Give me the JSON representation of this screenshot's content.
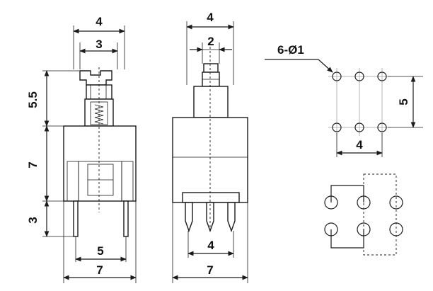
{
  "side_view": {
    "dim_top_outer": "4",
    "dim_top_inner": "3",
    "dim_height_plunger": "5.5",
    "dim_height_body": "7",
    "dim_height_pins": "3",
    "dim_pin_pitch": "5",
    "dim_body_width": "7"
  },
  "front_view": {
    "dim_top_outer": "4",
    "dim_top_inner": "2",
    "dim_pin_pitch": "4",
    "dim_body_width": "7"
  },
  "footprint": {
    "hole_callout": "6-Ø1",
    "dim_row_spacing": "5",
    "dim_col_spacing": "4"
  }
}
